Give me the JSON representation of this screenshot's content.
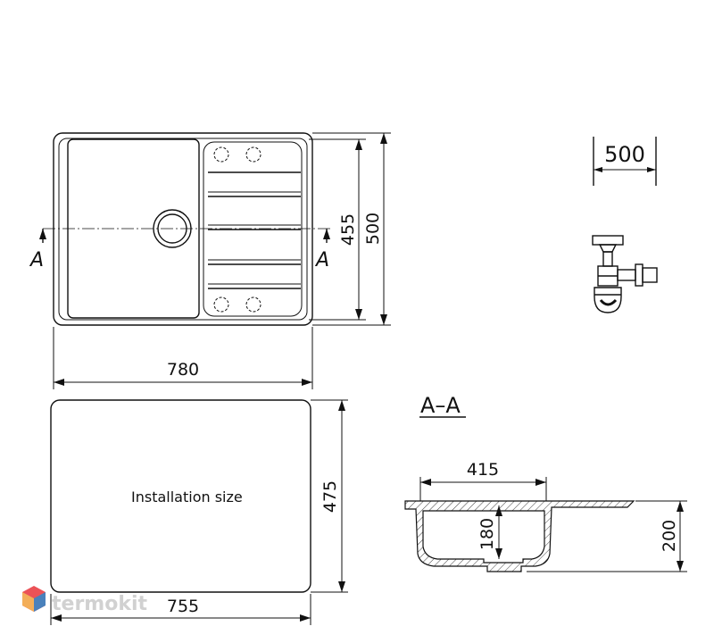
{
  "dimensions": {
    "width_780": "780",
    "height_455": "455",
    "height_500": "500",
    "width_500_icon": "500",
    "install_width_755": "755",
    "install_height_475": "475",
    "bowl_width_415": "415",
    "bowl_depth_180": "180",
    "total_depth_200": "200"
  },
  "labels": {
    "section_marker_left": "A",
    "section_marker_right": "A",
    "section_view_title": "A–A",
    "installation_size": "Installation size"
  },
  "watermark": {
    "brand": "termokit",
    "colors": [
      "#e8343a",
      "#2b6cb0",
      "#f2a03d",
      "#c9c9c9"
    ]
  }
}
